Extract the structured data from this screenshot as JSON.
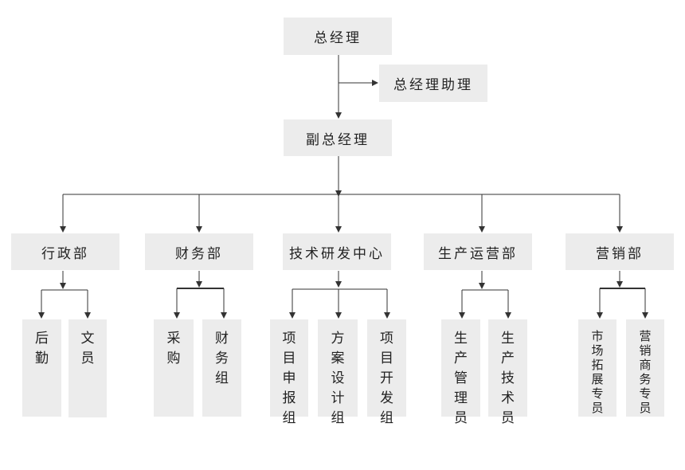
{
  "org": {
    "gm": "总经理",
    "assistant": "总经理助理",
    "deputy": "副总经理",
    "departments": [
      {
        "name": "行政部",
        "subs": [
          "后勤",
          "文员"
        ]
      },
      {
        "name": "财务部",
        "subs": [
          "采购",
          "财务组"
        ]
      },
      {
        "name": "技术研发中心",
        "subs": [
          "项目申报组",
          "方案设计组",
          "项目开发组"
        ]
      },
      {
        "name": "生产运营部",
        "subs": [
          "生产管理员",
          "生产技术员"
        ]
      },
      {
        "name": "营销部",
        "subs": [
          "市场拓展专员",
          "营销商务专员"
        ]
      }
    ]
  }
}
